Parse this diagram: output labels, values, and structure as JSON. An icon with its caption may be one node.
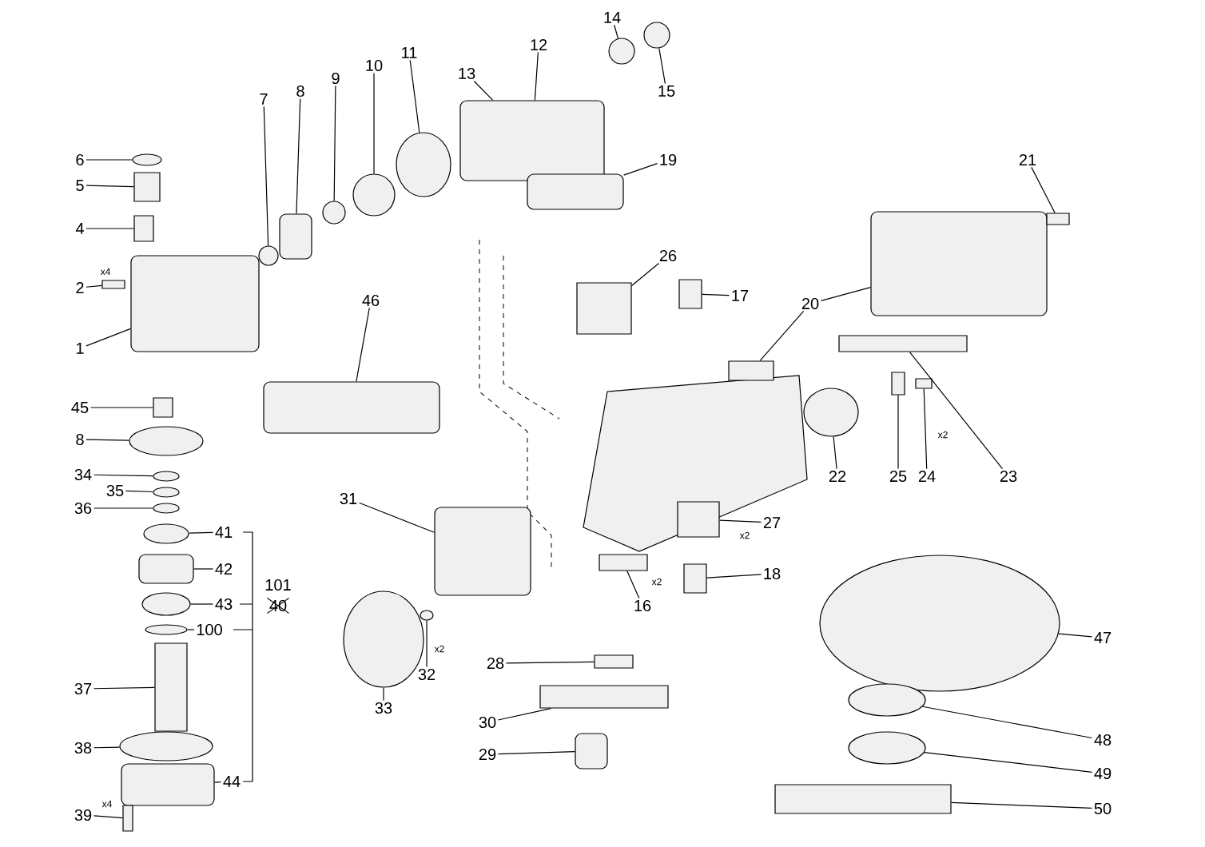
{
  "diagram": {
    "nodes": [
      {
        "text": [
          "6"
        ]
      },
      {
        "text": [],
        "shape": "circle"
      },
      {
        "text": [
          "5"
        ]
      },
      {
        "text": [],
        "shape": "box"
      },
      {
        "text": [
          "4"
        ]
      },
      {
        "text": [],
        "shape": "box"
      },
      {
        "text": [
          "2"
        ]
      },
      {
        "text": [],
        "shape": "box"
      },
      {
        "text": [
          "1"
        ]
      },
      {
        "text": [],
        "shape": "box"
      },
      {
        "text": [
          "7"
        ]
      },
      {
        "text": [],
        "shape": "circle"
      },
      {
        "text": [
          "8"
        ]
      },
      {
        "text": [],
        "shape": "box"
      },
      {
        "text": [
          "9"
        ]
      },
      {
        "text": [],
        "shape": "circle"
      },
      {
        "text": [
          "10"
        ]
      },
      {
        "text": [],
        "shape": "circle"
      },
      {
        "text": [
          "11"
        ]
      },
      {
        "text": [],
        "shape": "circle"
      },
      {
        "text": [
          "13"
        ]
      },
      {
        "text": [],
        "shape": "box"
      },
      {
        "text": [
          "12"
        ]
      },
      {
        "text": [
          "14"
        ]
      },
      {
        "text": [],
        "shape": "circle"
      },
      {
        "text": [
          "15"
        ]
      },
      {
        "text": [],
        "shape": "circle"
      },
      {
        "text": [
          "19"
        ]
      },
      {
        "text": [],
        "shape": "box"
      },
      {
        "text": [
          "26"
        ]
      },
      {
        "text": [],
        "shape": "box"
      },
      {
        "text": [
          "17"
        ]
      },
      {
        "text": [],
        "shape": "box"
      },
      {
        "text": [
          "20"
        ]
      },
      {
        "text": [],
        "shape": "box"
      },
      {
        "text": [],
        "shape": "box"
      },
      {
        "text": [
          "21"
        ]
      },
      {
        "text": [],
        "shape": "box"
      },
      {
        "text": [
          "46"
        ]
      },
      {
        "text": [],
        "shape": "box"
      },
      {
        "text": [
          "45"
        ]
      },
      {
        "text": [],
        "shape": "box"
      },
      {
        "text": [
          "8"
        ]
      },
      {
        "text": [],
        "shape": "circle"
      },
      {
        "text": [
          "34"
        ]
      },
      {
        "text": [],
        "shape": "circle"
      },
      {
        "text": [
          "35"
        ]
      },
      {
        "text": [],
        "shape": "circle"
      },
      {
        "text": [
          "36"
        ]
      },
      {
        "text": [],
        "shape": "circle"
      },
      {
        "text": [
          "41"
        ]
      },
      {
        "text": [],
        "shape": "circle"
      },
      {
        "text": [
          "42"
        ]
      },
      {
        "text": [],
        "shape": "box"
      },
      {
        "text": [
          "43"
        ]
      },
      {
        "text": [],
        "shape": "circle"
      },
      {
        "text": [
          "100"
        ]
      },
      {
        "text": [],
        "shape": "circle"
      },
      {
        "text": [
          "37"
        ]
      },
      {
        "text": [],
        "shape": "box"
      },
      {
        "text": [
          "38"
        ]
      },
      {
        "text": [],
        "shape": "circle"
      },
      {
        "text": [
          "44"
        ]
      },
      {
        "text": [],
        "shape": "box"
      },
      {
        "text": [
          "39"
        ]
      },
      {
        "text": [],
        "shape": "box"
      },
      {
        "text": [
          "31"
        ]
      },
      {
        "text": [],
        "shape": "box"
      },
      {
        "text": [
          "33"
        ]
      },
      {
        "text": [],
        "shape": "circle"
      },
      {
        "text": [
          "32"
        ]
      },
      {
        "text": [],
        "shape": "circle"
      },
      {
        "text": [
          "27"
        ]
      },
      {
        "text": [],
        "shape": "box"
      },
      {
        "text": [
          "18"
        ]
      },
      {
        "text": [],
        "shape": "box"
      },
      {
        "text": [
          "16"
        ]
      },
      {
        "text": [],
        "shape": "box"
      },
      {
        "text": [
          "28"
        ]
      },
      {
        "text": [],
        "shape": "box"
      },
      {
        "text": [
          "30"
        ]
      },
      {
        "text": [],
        "shape": "box"
      },
      {
        "text": [
          "29"
        ]
      },
      {
        "text": [],
        "shape": "box"
      },
      {
        "text": [
          "22"
        ]
      },
      {
        "text": [],
        "shape": "circle"
      },
      {
        "text": [
          "25"
        ]
      },
      {
        "text": [],
        "shape": "box"
      },
      {
        "text": [
          "24"
        ]
      },
      {
        "text": [],
        "shape": "box"
      },
      {
        "text": [
          "23"
        ]
      },
      {
        "text": [],
        "shape": "box"
      },
      {
        "text": [
          "47"
        ]
      },
      {
        "text": [],
        "shape": "circle"
      },
      {
        "text": [
          "48"
        ]
      },
      {
        "text": [],
        "shape": "circle"
      },
      {
        "text": [
          "49"
        ]
      },
      {
        "text": [],
        "shape": "circle"
      },
      {
        "text": [
          "50"
        ]
      },
      {
        "text": [],
        "shape": "box"
      }
    ],
    "edges": [
      {
        "from": 0,
        "to": 1,
        "arrow": "none"
      },
      {
        "from": 2,
        "to": 3,
        "arrow": "none"
      },
      {
        "from": 4,
        "to": 5,
        "arrow": "none"
      },
      {
        "from": 6,
        "to": 7,
        "arrow": "none"
      },
      {
        "from": 8,
        "to": 9,
        "arrow": "none"
      },
      {
        "from": 10,
        "to": 11,
        "arrow": "none"
      },
      {
        "from": 12,
        "to": 13,
        "arrow": "none"
      },
      {
        "from": 14,
        "to": 15,
        "arrow": "none"
      },
      {
        "from": 16,
        "to": 17,
        "arrow": "none"
      },
      {
        "from": 18,
        "to": 19,
        "arrow": "none"
      },
      {
        "from": 20,
        "to": 21,
        "arrow": "none"
      },
      {
        "from": 22,
        "to": 21,
        "arrow": "none"
      },
      {
        "from": 23,
        "to": 24,
        "arrow": "none"
      },
      {
        "from": 25,
        "to": 26,
        "arrow": "none"
      },
      {
        "from": 27,
        "to": 28,
        "arrow": "none"
      },
      {
        "from": 29,
        "to": 30,
        "arrow": "none"
      },
      {
        "from": 31,
        "to": 32,
        "arrow": "none"
      },
      {
        "from": 33,
        "to": 34,
        "arrow": "none"
      },
      {
        "from": 33,
        "to": 35,
        "arrow": "none"
      },
      {
        "from": 36,
        "to": 37,
        "arrow": "none"
      },
      {
        "from": 38,
        "to": 39,
        "arrow": "none"
      },
      {
        "from": 40,
        "to": 41,
        "arrow": "none"
      },
      {
        "from": 42,
        "to": 43,
        "arrow": "none"
      },
      {
        "from": 44,
        "to": 45,
        "arrow": "none"
      },
      {
        "from": 46,
        "to": 47,
        "arrow": "none"
      },
      {
        "from": 48,
        "to": 49,
        "arrow": "none"
      },
      {
        "from": 50,
        "to": 51,
        "arrow": "none"
      },
      {
        "from": 52,
        "to": 53,
        "arrow": "none"
      },
      {
        "from": 54,
        "to": 55,
        "arrow": "none"
      },
      {
        "from": 56,
        "to": 57,
        "arrow": "none"
      },
      {
        "from": 58,
        "to": 59,
        "arrow": "none"
      },
      {
        "from": 60,
        "to": 61,
        "arrow": "none"
      },
      {
        "from": 62,
        "to": 63,
        "arrow": "none"
      },
      {
        "from": 64,
        "to": 65,
        "arrow": "none"
      },
      {
        "from": 66,
        "to": 67,
        "arrow": "none"
      },
      {
        "from": 68,
        "to": 69,
        "arrow": "none"
      },
      {
        "from": 70,
        "to": 71,
        "arrow": "none"
      },
      {
        "from": 72,
        "to": 73,
        "arrow": "none"
      },
      {
        "from": 74,
        "to": 75,
        "arrow": "none"
      },
      {
        "from": 76,
        "to": 77,
        "arrow": "none"
      },
      {
        "from": 78,
        "to": 79,
        "arrow": "none"
      },
      {
        "from": 80,
        "to": 81,
        "arrow": "none"
      },
      {
        "from": 82,
        "to": 83,
        "arrow": "none"
      },
      {
        "from": 84,
        "to": 85,
        "arrow": "none"
      },
      {
        "from": 86,
        "to": 87,
        "arrow": "none"
      },
      {
        "from": 88,
        "to": 89,
        "arrow": "none"
      },
      {
        "from": 90,
        "to": 91,
        "arrow": "none"
      },
      {
        "from": 92,
        "to": 93,
        "arrow": "none"
      },
      {
        "from": 94,
        "to": 95,
        "arrow": "none"
      },
      {
        "from": 96,
        "to": 97,
        "arrow": "none"
      },
      {
        "from": 98,
        "to": 99,
        "arrow": "none"
      }
    ],
    "labels": [
      "x4",
      "x2",
      "x2",
      "x2",
      "101",
      "40",
      "x2",
      "x4"
    ]
  }
}
